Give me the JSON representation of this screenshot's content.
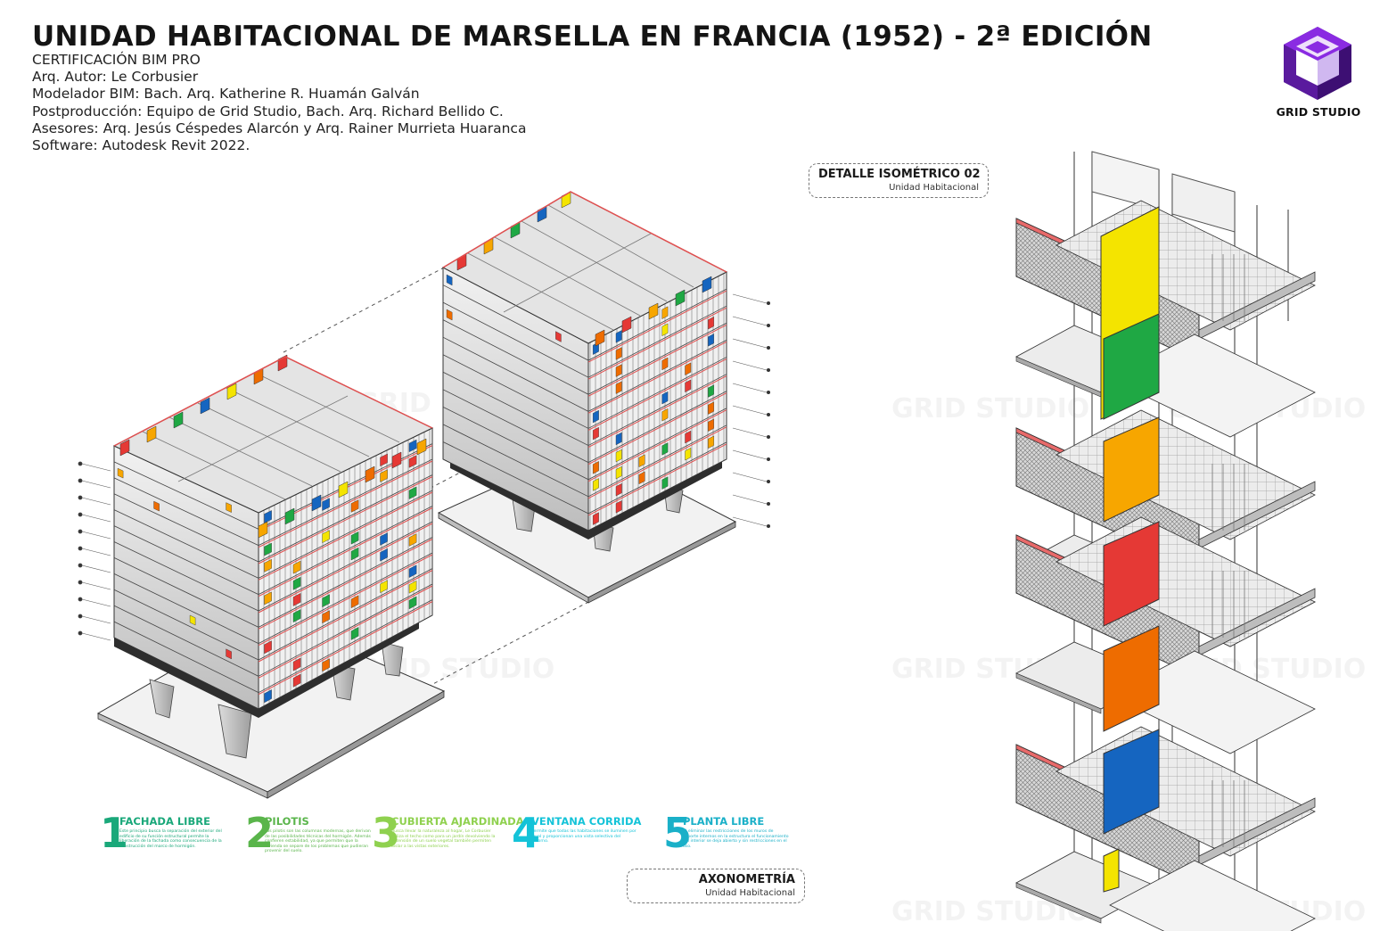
{
  "header": {
    "title": "UNIDAD HABITACIONAL DE MARSELLA EN FRANCIA (1952) - 2ª EDICIÓN",
    "credits": [
      "CERTIFICACIÓN BIM PRO",
      "Arq. Autor: Le Corbusier",
      "Modelador BIM: Bach. Arq. Katherine R. Huamán Galván",
      "Postproducción: Equipo de Grid Studio, Bach. Arq. Richard Bellido C.",
      "Asesores: Arq. Jesús Céspedes Alarcón y Arq. Rainer Murrieta Huaranca",
      "Software: Autodesk Revit 2022."
    ]
  },
  "logo": {
    "text": "GRID STUDIO",
    "icon": "cube-logo-icon",
    "colors": {
      "top": "#8a2be2",
      "left": "#5a1a9e",
      "right": "#3d0f73"
    }
  },
  "labels": {
    "detalle": {
      "title": "DETALLE ISOMÉTRICO 02",
      "subtitle": "Unidad Habitacional"
    },
    "axonometria": {
      "title": "AXONOMETRÍA",
      "subtitle": "Unidad Habitacional"
    }
  },
  "watermark": "GRID STUDIO",
  "principles": [
    {
      "number": "1",
      "title": "FACHADA LIBRE",
      "color": "#1aa87a",
      "desc": "Este principio busca la separación del exterior del edificio de su función estructural permite la liberación de la fachada como consecuencia de la construcción del marco de hormigón."
    },
    {
      "number": "2",
      "title": "PILOTIS",
      "color": "#5ab54b",
      "desc": "Los pilotis son las columnas modernas, que derivan de las posibilidades técnicas del hormigón. Además confieren estabilidad, ya que permiten que la vivienda se separe de los problemas que pudieran provenir del suelo."
    },
    {
      "number": "3",
      "title": "CUBIERTA AJARDINADA",
      "color": "#8fd14f",
      "desc": "Busca llevar la naturaleza al hogar, Le Corbusier utiliza el techo como para un jardín devolviendo la extensión de un suelo vegetal también permiten aislar a las vistas exteriores."
    },
    {
      "number": "4",
      "title": "VENTANA CORRIDA",
      "color": "#14c3d8",
      "desc": "Permite que todas las habitaciones se iluminen por igual y proporcionan una vista selectiva del entorno."
    },
    {
      "number": "5",
      "title": "PLANTA LIBRE",
      "color": "#1ab0c8",
      "desc": "Al eliminar las restricciones de los muros de soporte internos en la estructura el funcionamiento del interior se deja abierto y sin restricciones en el uso."
    }
  ],
  "palette": [
    "#e53935",
    "#f7a600",
    "#1fa844",
    "#1565c0",
    "#f4e400",
    "#ee6c00"
  ]
}
